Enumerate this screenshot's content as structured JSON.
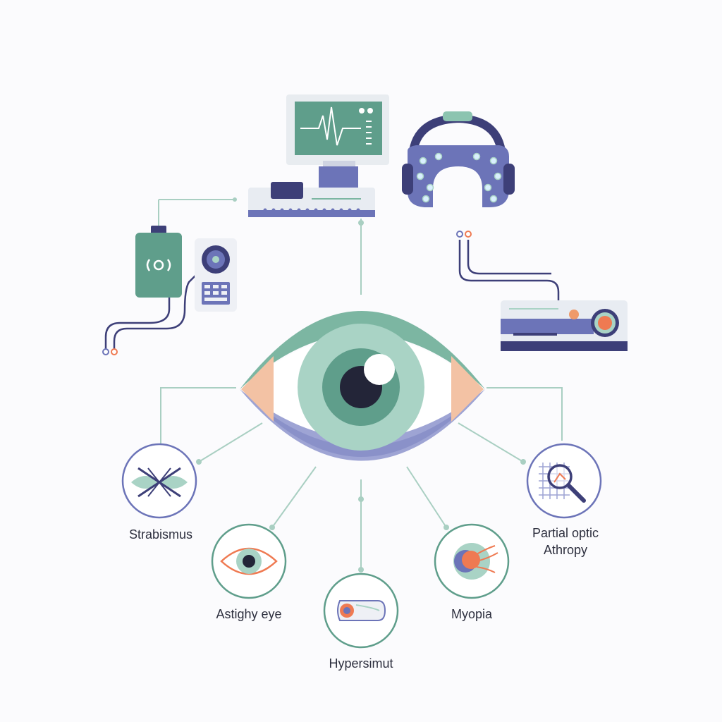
{
  "conditions": [
    {
      "id": "strabismus",
      "label": "Strabismus"
    },
    {
      "id": "astigmatism",
      "label": "Astighy eye"
    },
    {
      "id": "hyperopia",
      "label": "Hypersimut"
    },
    {
      "id": "myopia",
      "label": "Myopia"
    },
    {
      "id": "optic_atrophy",
      "label_line1": "Partial optic",
      "label_line2": "Athropy"
    }
  ],
  "icons": {
    "central": "eye-icon",
    "devices": [
      "monitor-device-icon",
      "vr-headset-icon",
      "portable-stimulator-icon",
      "control-panel-icon",
      "projector-device-icon"
    ],
    "conditions": [
      "crossed-eyes-icon",
      "eye-icon",
      "lens-icon",
      "retina-icon",
      "magnifier-grid-icon"
    ]
  },
  "colors": {
    "teal": "#5f9e8b",
    "mint": "#a9d3c5",
    "navy": "#3d3f78",
    "periwinkle": "#6c74b8",
    "lavender": "#9ea4d4",
    "peach": "#f3c2a4",
    "coral": "#ef7a52",
    "line": "#a9cfc2"
  }
}
